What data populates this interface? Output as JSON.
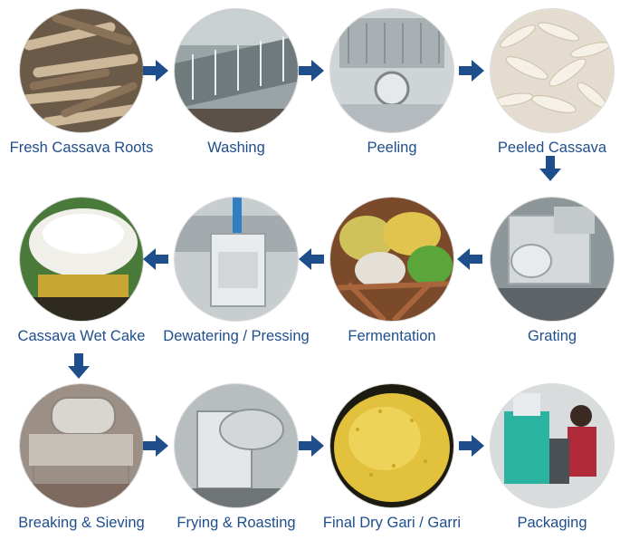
{
  "steps": [
    {
      "label": "Fresh Cassava Roots",
      "icon": "cassava-roots-photo"
    },
    {
      "label": "Washing",
      "icon": "washing-machine-photo"
    },
    {
      "label": "Peeling",
      "icon": "peeling-machine-photo"
    },
    {
      "label": "Peeled Cassava",
      "icon": "peeled-cassava-photo"
    },
    {
      "label": "Grating",
      "icon": "grating-machine-photo"
    },
    {
      "label": "Fermentation",
      "icon": "fermentation-sacks-photo"
    },
    {
      "label": "Dewatering / Pressing",
      "icon": "press-machine-photo"
    },
    {
      "label": "Cassava Wet Cake",
      "icon": "wet-cake-photo"
    },
    {
      "label": "Breaking & Sieving",
      "icon": "sieving-machine-photo"
    },
    {
      "label": "Frying & Roasting",
      "icon": "frying-machine-photo"
    },
    {
      "label": "Final Dry Gari / Garri",
      "icon": "gari-granules-photo"
    },
    {
      "label": "Packaging",
      "icon": "packaging-machine-photo"
    }
  ],
  "colors": {
    "arrow": "#1f4e8c",
    "label": "#1f4e8c"
  }
}
